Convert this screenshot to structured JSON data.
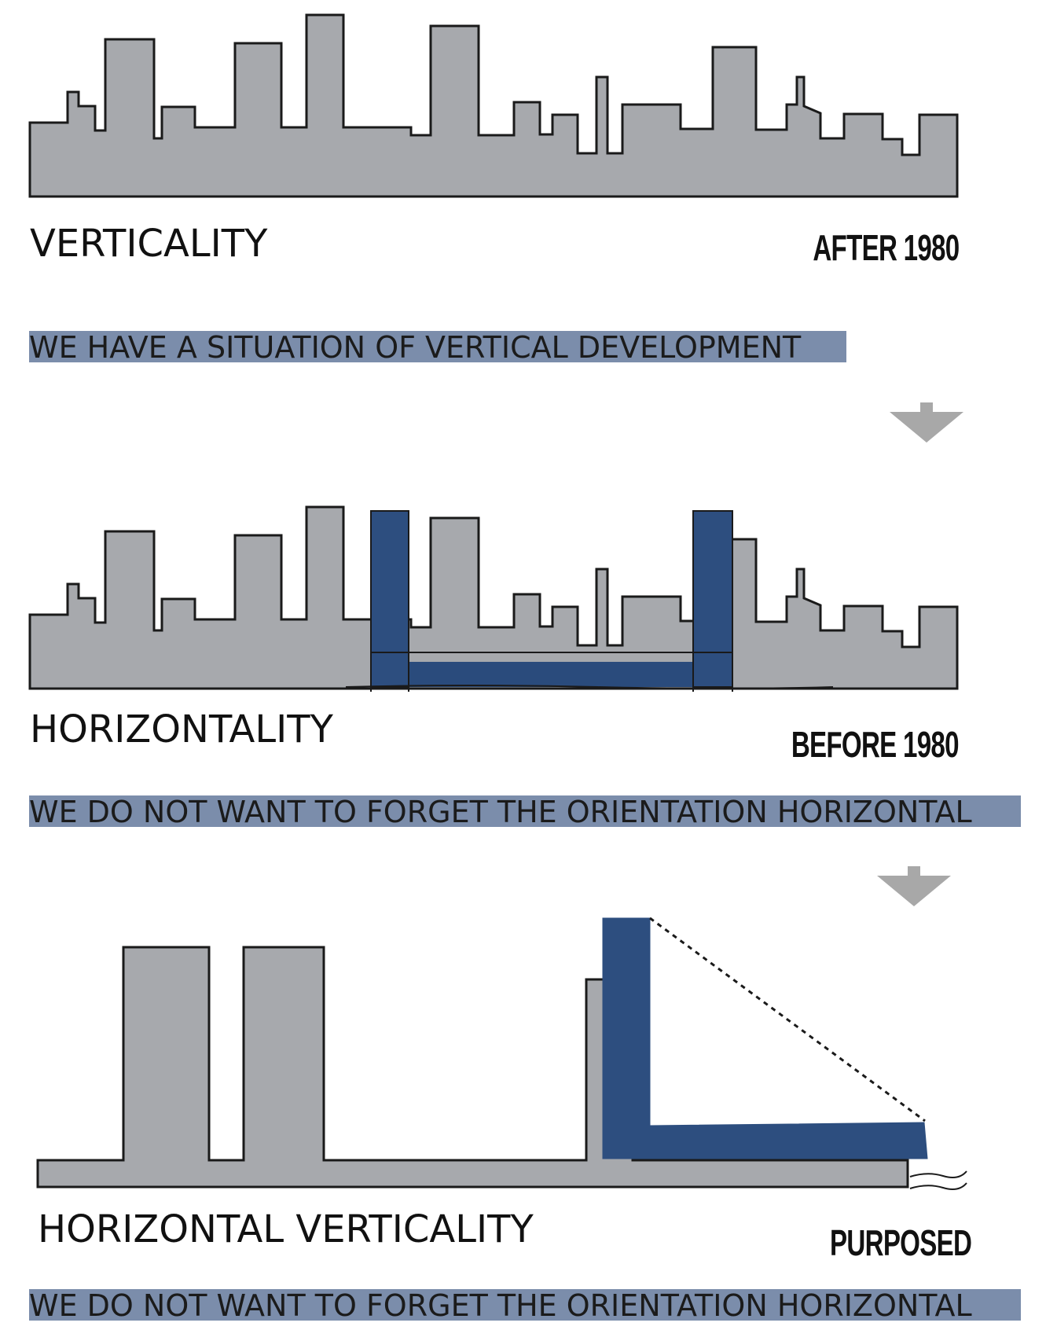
{
  "panels": [
    {
      "title": "VERTICALITY",
      "era": "AFTER 1980",
      "caption": "WE HAVE A SITUATION OF VERTICAL DEVELOPMENT"
    },
    {
      "title": "HORIZONTALITY",
      "era": "BEFORE 1980",
      "caption": "WE DO NOT WANT TO FORGET THE ORIENTATION HORIZONTAL"
    },
    {
      "title": "HORIZONTAL VERTICALITY",
      "era": "PURPOSED",
      "caption": "WE DO NOT WANT TO FORGET THE ORIENTATION HORIZONTAL"
    }
  ],
  "colors": {
    "building_fill": "#a7a9ad",
    "outline": "#1a1a1a",
    "highlight_blue": "#2d4e7f",
    "banner": "#7b8dab",
    "arrow": "#a8a8a8"
  }
}
